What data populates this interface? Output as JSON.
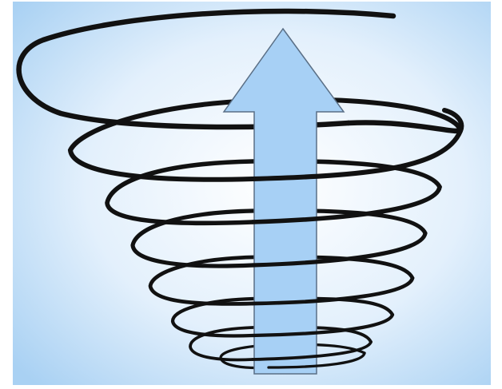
{
  "diagram": {
    "shape": "upward-spiral-with-arrow",
    "arrow_direction": "up",
    "coil_count": 8,
    "colors": {
      "background_center": "#ffffff",
      "background_edge": "#a9d1f3",
      "arrow_fill": "#a7d0f5",
      "arrow_stroke": "#5a6f86",
      "spiral_stroke": "#111111"
    }
  }
}
